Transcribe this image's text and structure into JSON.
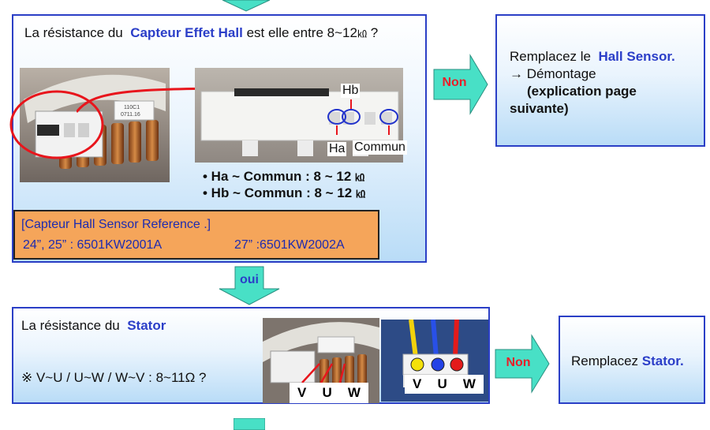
{
  "box1": {
    "question_prefix": "La résistance du",
    "question_component": "Capteur Effet Hall",
    "question_suffix": "est elle entre 8~12",
    "question_unit": "㏀",
    "question_mark": "?",
    "label_hb": "Hb",
    "label_ha": "Ha",
    "label_commun": "Commun",
    "photo_stamp_1": "110C1",
    "photo_stamp_2": "0711.16",
    "measure_ha": "• Ha ~ Commun : 8 ~ 12",
    "measure_hb": "• Hb ~ Commun : 8 ~ 12",
    "measure_unit": "㏀",
    "ref_title": "[Capteur Hall Sensor Reference .]",
    "ref_line_a": "24”, 25” : 6501KW2001A",
    "ref_line_b": "27” :6501KW2002A"
  },
  "arrow_non_1": "Non",
  "arrow_oui": "oui",
  "arrow_non_2": "Non",
  "box2": {
    "line1_prefix": "Remplacez le",
    "line1_term": "Hall Sensor.",
    "line2": "→ Démontage",
    "line3": "(explication page",
    "line4": "suivante)"
  },
  "box3": {
    "title_prefix": "La résistance du",
    "title_component": "Stator",
    "formula": "※ V~U / U~W / W~V : 8~11Ω  ?",
    "photo_v": "V",
    "photo_u": "U",
    "photo_w": "W",
    "connector_v": "V",
    "connector_u": "U",
    "connector_w": "W"
  },
  "box4": {
    "prefix": "Remplacez",
    "term": "Stator."
  },
  "colors": {
    "arrow_fill": "#48e0c6",
    "box_border": "#2b3fc6",
    "accent_text": "#2b3ec8",
    "non_text": "#e8202a",
    "ref_fill": "#f5a55a"
  }
}
